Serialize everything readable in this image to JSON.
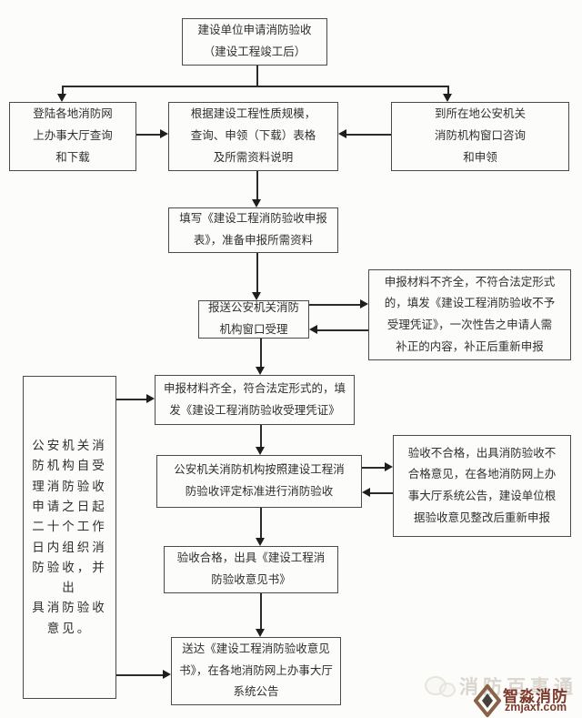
{
  "nodes": {
    "apply": {
      "text": "建设单位申请消防验收\n（建设工程竣工后）"
    },
    "online": {
      "text": "登陆各地消防网\n上办事大厅查询\n和下载"
    },
    "form_info": {
      "text": "根据建设工程性质规模，\n查询、申领（下载）表格\n及所需资料说明"
    },
    "window": {
      "text": "到所在地公安机关\n消防机构窗口咨询\n和申领"
    },
    "fill": {
      "text": "填写《建设工程消防验收申报\n表》，准备申报所需资料"
    },
    "submit": {
      "text": "报送公安机关消防\n机构窗口受理"
    },
    "incomplete": {
      "text": "申报材料不齐全，不符合法定形式\n的，填发《建设工程消防验收不予\n受理凭证》，一次性告之申请人需\n补正的内容，补正后重新申报"
    },
    "complete": {
      "text": "申报材料齐全，符合法定形式的，填\n发《建设工程消防验收受理凭证》"
    },
    "duty": {
      "text": "公安机关消\n防机构自受\n理消防验收\n申请之日起\n二十个工作\n日内组织消\n防验收，并出\n具消防验收\n意见。"
    },
    "inspect": {
      "text": "公安机关消防机构按照建设工程消\n防验收评定标准进行消防验收"
    },
    "fail": {
      "text": "验收不合格，出具消防验收不\n合格意见，在各地消防网上办\n事大厅系统公告，建设单位根\n据验收意见整改后重新申报"
    },
    "pass": {
      "text": "验收合格，出具《建设工程消\n防验收意见书》"
    },
    "deliver": {
      "text": "送达《建设工程消防验收意见\n书》，在各地消防网上办事大厅\n系统公告"
    }
  },
  "watermark": {
    "ghost_text": "消防百事通",
    "brand": "智淼消防",
    "url": "zmjaxf.com",
    "brand_color": "#7e3a2c"
  },
  "colors": {
    "border": "#4a4a4a",
    "text": "#2f2f2f",
    "line": "#2b2b2b",
    "background": "#fcfcfa"
  }
}
